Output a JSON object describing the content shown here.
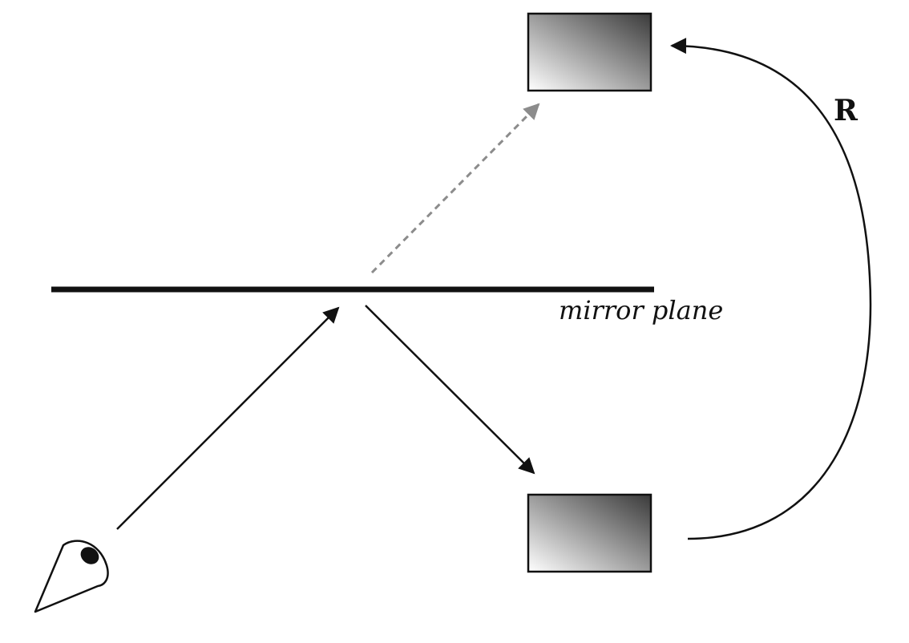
{
  "diagram": {
    "mirror_label": "mirror plane",
    "rotation_label": "R",
    "icons": {
      "observer": "eye-icon",
      "object": "gradient-box",
      "image": "gradient-box"
    },
    "colors": {
      "ink": "#111111",
      "dashed_ray": "#8c8c8c",
      "box_light": "#ffffff",
      "box_dark": "#3a3a3a"
    }
  }
}
